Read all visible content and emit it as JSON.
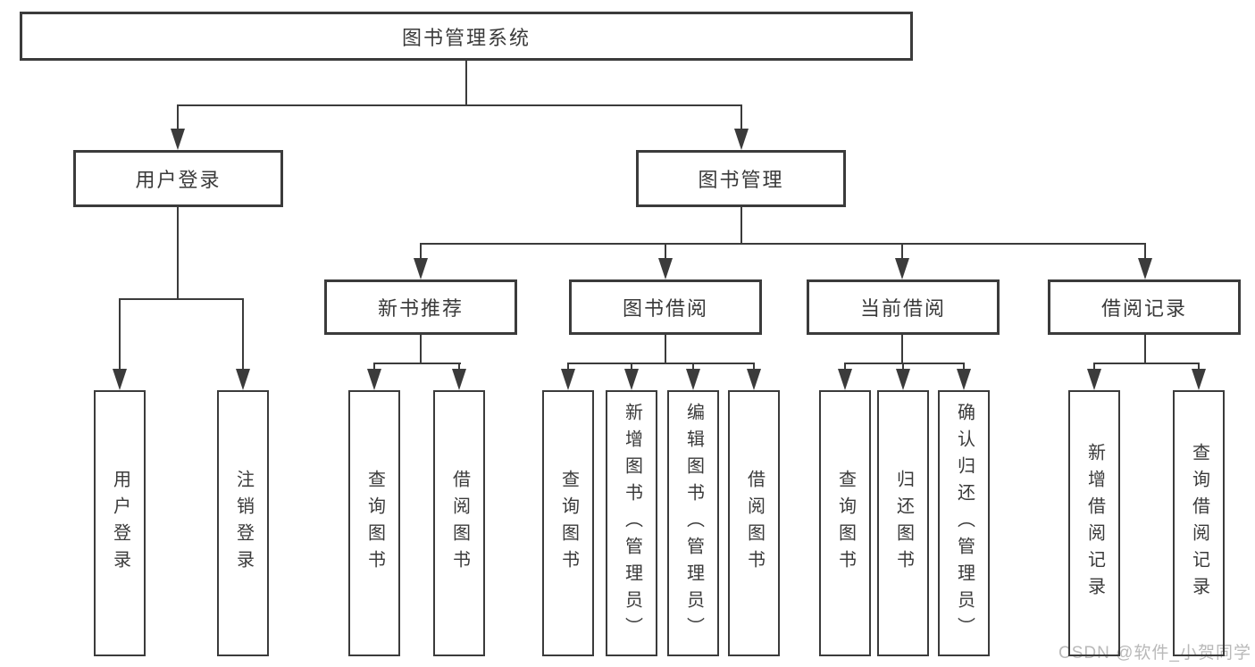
{
  "diagram": {
    "title": "图书管理系统",
    "branches": [
      {
        "label": "用户登录",
        "leaves": [
          "用户登录",
          "注销登录"
        ]
      },
      {
        "label": "图书管理",
        "sections": [
          {
            "label": "新书推荐",
            "leaves": [
              "查询图书",
              "借阅图书"
            ]
          },
          {
            "label": "图书借阅",
            "leaves": [
              "查询图书",
              "新增图书（管理员）",
              "编辑图书（管理员）",
              "借阅图书"
            ]
          },
          {
            "label": "当前借阅",
            "leaves": [
              "查询图书",
              "归还图书",
              "确认归还（管理员）"
            ]
          },
          {
            "label": "借阅记录",
            "leaves": [
              "新增借阅记录",
              "查询借阅记录"
            ]
          }
        ]
      }
    ]
  },
  "watermark": "CSDN @软件_小贺同学",
  "colors": {
    "line": "#3b3b3b",
    "text": "#3a3a3a",
    "watermark": "#b9b9b9",
    "background": "#ffffff"
  }
}
